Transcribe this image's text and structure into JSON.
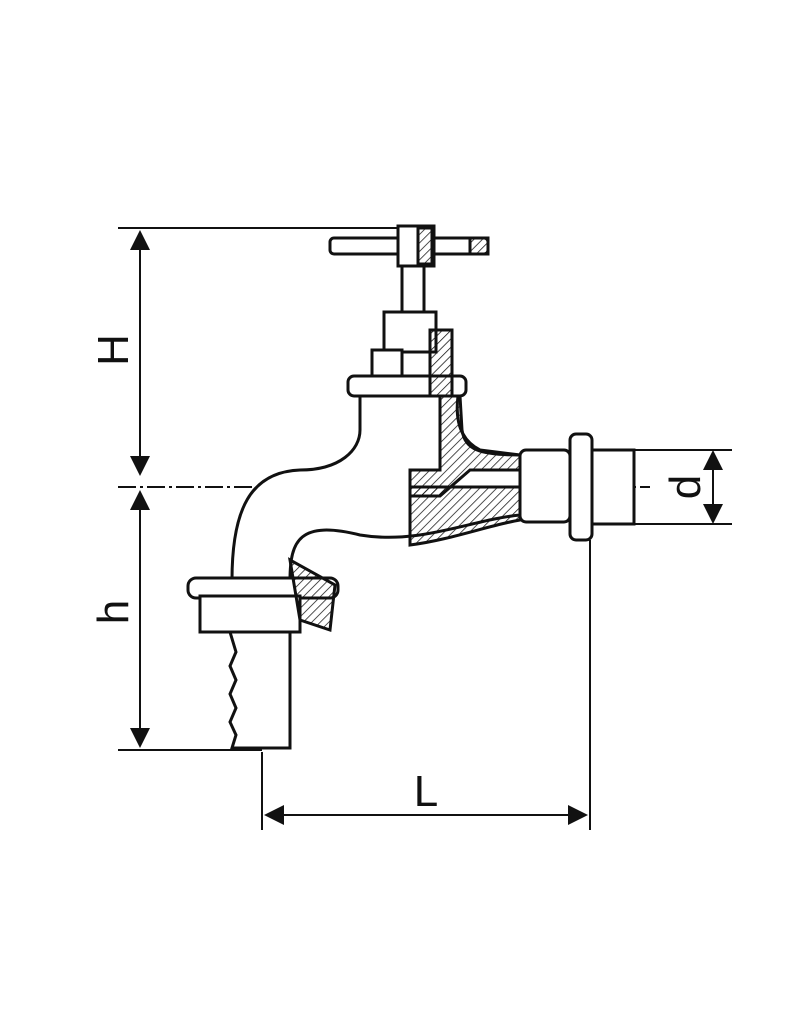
{
  "diagram": {
    "labels": {
      "height_total": "H",
      "height_outlet": "h",
      "diameter": "d",
      "length": "L"
    },
    "colors": {
      "line": "#111111",
      "background": "#ffffff"
    }
  }
}
